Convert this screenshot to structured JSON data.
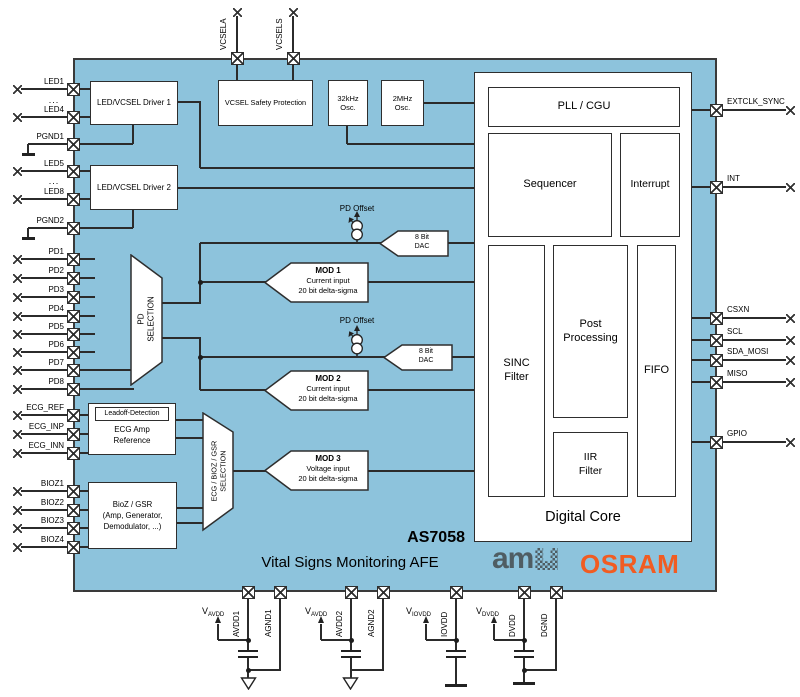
{
  "footer": {
    "chip": "AS7058",
    "subtitle": "Vital Signs Monitoring AFE",
    "ams": "am",
    "osram": "OSRAM"
  },
  "colors": {
    "chip_fill": "#8dc3dc",
    "line": "#2b2b2b",
    "osram_orange": "#f15c22",
    "ams_gray": "#4f5d63"
  },
  "blocks": {
    "driver1": "LED/VCSEL Driver 1",
    "driver2": "LED/VCSEL Driver 2",
    "vcsel_safety": "VCSEL Safety Protection",
    "osc32": {
      "l1": "32kHz",
      "l2": "Osc."
    },
    "osc2m": {
      "l1": "2MHz",
      "l2": "Osc."
    },
    "pll": "PLL / CGU",
    "sequencer": "Sequencer",
    "interrupt": "Interrupt",
    "sinc": {
      "l1": "SINC",
      "l2": "Filter"
    },
    "post": {
      "l1": "Post",
      "l2": "Processing"
    },
    "fifo": "FIFO",
    "iir": {
      "l1": "IIR",
      "l2": "Filter"
    },
    "digital_core": "Digital Core",
    "pd_sel": {
      "l1": "PD",
      "l2": "SELECTION"
    },
    "ecg_sel": {
      "l1": "ECG / BIOZ / GSR",
      "l2": "SELECTION"
    },
    "leadoff": "Leadoff-Detection",
    "ecg_amp": {
      "l1": "ECG Amp",
      "l2": "Reference"
    },
    "bioz": {
      "l1": "BioZ / GSR",
      "l2": "(Amp, Generator,",
      "l3": "Demodulator, ...)"
    },
    "mod1": {
      "t": "MOD 1",
      "l2": "Current input",
      "l3": "20 bit delta-sigma"
    },
    "mod2": {
      "t": "MOD 2",
      "l2": "Current input",
      "l3": "20 bit delta-sigma"
    },
    "mod3": {
      "t": "MOD 3",
      "l2": "Voltage input",
      "l3": "20 bit delta-sigma"
    },
    "dac1": {
      "l1": "8 Bit",
      "l2": "DAC"
    },
    "dac2": {
      "l1": "8 Bit",
      "l2": "DAC"
    },
    "pd_offset1": "PD Offset",
    "pd_offset2": "PD Offset"
  },
  "pins": {
    "top": [
      {
        "label": "VCSELA"
      },
      {
        "label": "VCSELS"
      }
    ],
    "left": [
      {
        "label": "LED1",
        "type": "pin"
      },
      {
        "label": "...",
        "type": "dots"
      },
      {
        "label": "LED4",
        "type": "pin"
      },
      {
        "label": "PGND1",
        "type": "gnd"
      },
      {
        "label": "LED5",
        "type": "pin"
      },
      {
        "label": "...",
        "type": "dots"
      },
      {
        "label": "LED8",
        "type": "pin"
      },
      {
        "label": "PGND2",
        "type": "gnd"
      },
      {
        "label": "PD1",
        "type": "pin"
      },
      {
        "label": "PD2",
        "type": "pin"
      },
      {
        "label": "PD3",
        "type": "pin"
      },
      {
        "label": "PD4",
        "type": "pin"
      },
      {
        "label": "PD5",
        "type": "pin"
      },
      {
        "label": "PD6",
        "type": "pin"
      },
      {
        "label": "PD7",
        "type": "pin"
      },
      {
        "label": "PD8",
        "type": "pin"
      },
      {
        "label": "ECG_REF",
        "type": "pin"
      },
      {
        "label": "ECG_INP",
        "type": "pin"
      },
      {
        "label": "ECG_INN",
        "type": "pin"
      },
      {
        "label": "BIOZ1",
        "type": "pin"
      },
      {
        "label": "BIOZ2",
        "type": "pin"
      },
      {
        "label": "BIOZ3",
        "type": "pin"
      },
      {
        "label": "BIOZ4",
        "type": "pin"
      }
    ],
    "right": [
      {
        "label": "EXTCLK_SYNC"
      },
      {
        "label": "INT"
      },
      {
        "label": "CSXN"
      },
      {
        "label": "SCL"
      },
      {
        "label": "SDA_MOSI"
      },
      {
        "label": "MISO"
      },
      {
        "label": "GPIO"
      }
    ],
    "bottom": [
      {
        "label": "AVDD1"
      },
      {
        "label": "AGND1"
      },
      {
        "label": "AVDD2"
      },
      {
        "label": "AGND2"
      },
      {
        "label": "IOVDD"
      },
      {
        "label": "DVDD"
      },
      {
        "label": "DGND"
      }
    ],
    "supplies": [
      {
        "name": "V",
        "sub": "AVDD"
      },
      {
        "name": "V",
        "sub": "AVDD"
      },
      {
        "name": "V",
        "sub": "IOVDD"
      },
      {
        "name": "V",
        "sub": "DVDD"
      }
    ]
  }
}
